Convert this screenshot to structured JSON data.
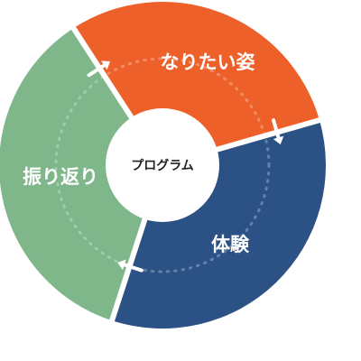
{
  "diagram": {
    "type": "cycle",
    "center_label": "プログラム",
    "segments": [
      {
        "id": "goal",
        "label": "なりたい姿",
        "color": "#ee6029"
      },
      {
        "id": "experience",
        "label": "体験",
        "color": "#2b5185"
      },
      {
        "id": "reflection",
        "label": "振り返り",
        "color": "#7fb78b"
      }
    ],
    "flow": [
      "goal",
      "experience",
      "reflection",
      "goal"
    ],
    "arrow_color": "#ffffff",
    "track_style": "dotted"
  }
}
